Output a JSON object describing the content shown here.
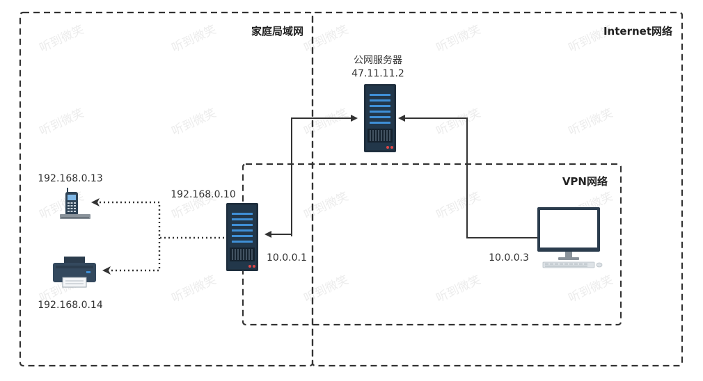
{
  "zones": {
    "home_lan": "家庭局域网",
    "internet": "Internet网络",
    "vpn": "VPN网络"
  },
  "nodes": {
    "public_server": {
      "name": "公网服务器",
      "ip": "47.11.11.2"
    },
    "home_server": {
      "lan_ip": "192.168.0.10",
      "vpn_ip": "10.0.0.1"
    },
    "phone": {
      "ip": "192.168.0.13"
    },
    "printer": {
      "ip": "192.168.0.14"
    },
    "computer": {
      "vpn_ip": "10.0.0.3"
    }
  },
  "watermark": "听到微笑",
  "colors": {
    "server_body": "#1f2f3e",
    "server_accent": "#3f8fd6",
    "line": "#333333"
  },
  "icons": [
    "server-icon",
    "phone-icon",
    "printer-icon",
    "monitor-icon",
    "keyboard-icon"
  ]
}
